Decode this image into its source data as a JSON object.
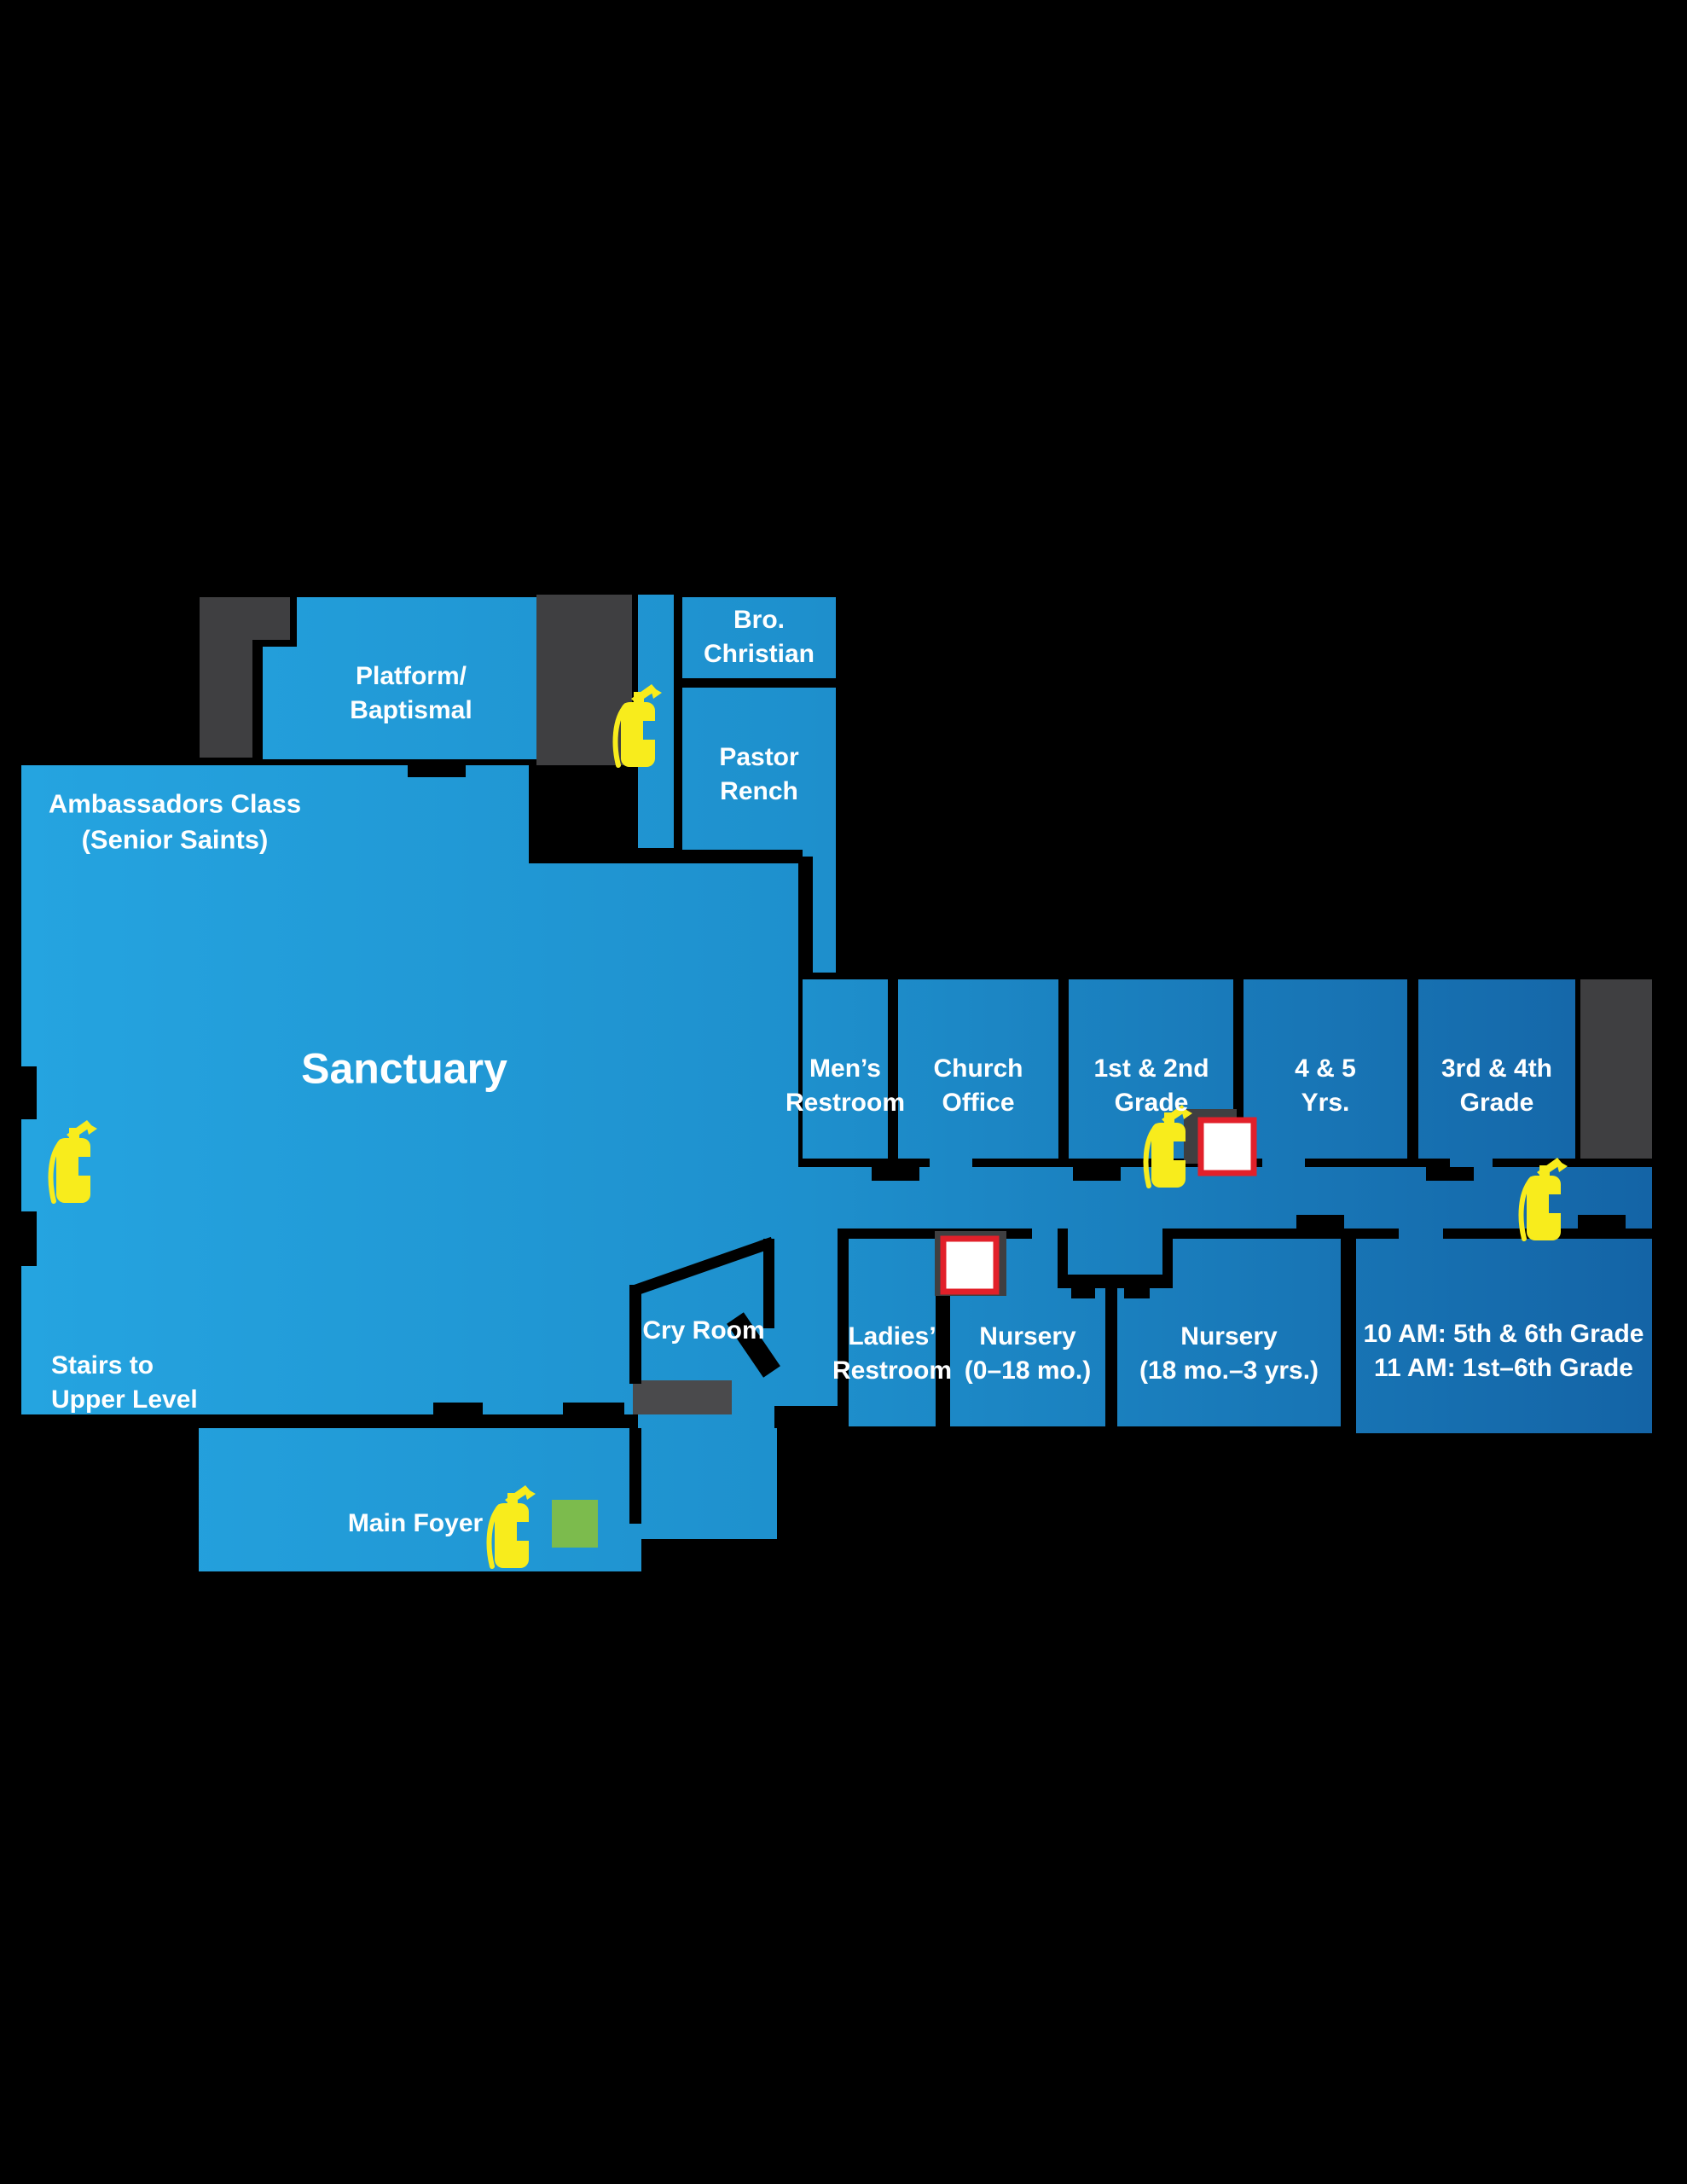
{
  "map": {
    "rooms": {
      "platform": {
        "lines": [
          "Platform/",
          "Baptismal"
        ]
      },
      "bro_christian": {
        "lines": [
          "Bro.",
          "Christian"
        ]
      },
      "pastor_rench": {
        "lines": [
          "Pastor",
          "Rench"
        ]
      },
      "ambassadors": {
        "lines": [
          "Ambassadors Class",
          "(Senior Saints)"
        ]
      },
      "sanctuary": {
        "label": "Sanctuary"
      },
      "mens_restroom": {
        "lines": [
          "Men’s",
          "Restroom"
        ]
      },
      "church_office": {
        "lines": [
          "Church",
          "Office"
        ]
      },
      "grade_1_2": {
        "lines": [
          "1st & 2nd",
          "Grade"
        ]
      },
      "yrs_4_5": {
        "lines": [
          "4 & 5",
          "Yrs."
        ]
      },
      "grade_3_4": {
        "lines": [
          "3rd & 4th",
          "Grade"
        ]
      },
      "cry_room": {
        "label": "Cry Room"
      },
      "ladies_restroom": {
        "lines": [
          "Ladies’",
          "Restroom"
        ]
      },
      "nursery_infant": {
        "lines": [
          "Nursery",
          "(0–18 mo.)"
        ]
      },
      "nursery_toddler": {
        "lines": [
          "Nursery",
          "(18 mo.–3 yrs.)"
        ]
      },
      "grade_5_6": {
        "lines": [
          "10 AM: 5th & 6th Grade",
          "11 AM: 1st–6th Grade"
        ]
      },
      "stairs": {
        "lines": [
          "Stairs to",
          "Upper Level"
        ]
      },
      "main_foyer": {
        "label": "Main Foyer"
      }
    },
    "icons": {
      "fire_extinguisher": {
        "name": "fire-extinguisher",
        "color": "#F8EC1C"
      },
      "safety_square": {
        "name": "safety-marker",
        "fill": "#FFFFFF",
        "border": "#E2202A"
      },
      "exit_square": {
        "name": "exit-marker",
        "color": "#7CBB4D"
      }
    },
    "colors": {
      "background": "#000000",
      "floor_light": "#25A4E0",
      "floor_mid": "#1E90CD",
      "floor_dark": "#1464A6",
      "alcove_gray": "#3F3F41"
    }
  }
}
